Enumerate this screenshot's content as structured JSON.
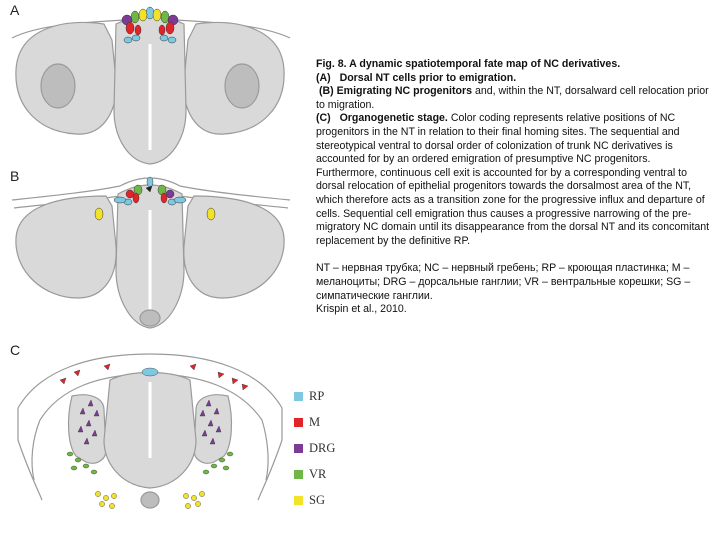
{
  "panels": {
    "a_label": "A",
    "b_label": "B",
    "c_label": "C"
  },
  "caption": {
    "title": "Fig. 8. A dynamic spatiotemporal fate map of NC derivatives.",
    "a_label": "(A)",
    "a_text": "Dorsal NT cells prior to emigration.",
    "b_label": "(B) Emigrating NC progenitors",
    "b_text": "and, within the NT, dorsalward cell relocation prior to migration.",
    "c_label": "(C)",
    "c_bold": "Organogenetic stage.",
    "c_text": "Color coding represents relative positions of NC progenitors in the NT in relation to their final homing sites. The sequential and stereotypical ventral to dorsal order of colonization of trunk NC derivatives is accounted for by an ordered emigration of presumptive NC progenitors. Furthermore, continuous cell exit is accounted for by a corresponding ventral to dorsal relocation of epithelial progenitors towards the dorsalmost area of the NT, which therefore acts as a transition zone for the progressive influx and departure of cells. Sequential cell emigration thus causes a progressive narrowing of the pre-migratory NC domain until its disappearance from the dorsal NT and its concomitant replacement by the definitive RP."
  },
  "russian_note": {
    "text": "NT – нервная трубка; NC – нервный гребень; RP – кроющая пластинка; M – меланоциты; DRG – дорсальные ганглии; VR – вентральные корешки; SG – симпатические ганглии.",
    "citation": "Krispin et al., 2010."
  },
  "legend": [
    {
      "label": "RP",
      "color": "#7fc8e2"
    },
    {
      "label": "M",
      "color": "#e0242a"
    },
    {
      "label": "DRG",
      "color": "#7d3a96"
    },
    {
      "label": "VR",
      "color": "#6fb845"
    },
    {
      "label": "SG",
      "color": "#f2e22a"
    }
  ],
  "colors": {
    "tissue_fill": "#d9d9d9",
    "tissue_stroke": "#9a9a9a",
    "notochord_fill": "#bdbdbd",
    "rp": "#7fc8e2",
    "m": "#e0242a",
    "drg": "#7d3a96",
    "vr": "#6fb845",
    "sg": "#f2e22a"
  }
}
